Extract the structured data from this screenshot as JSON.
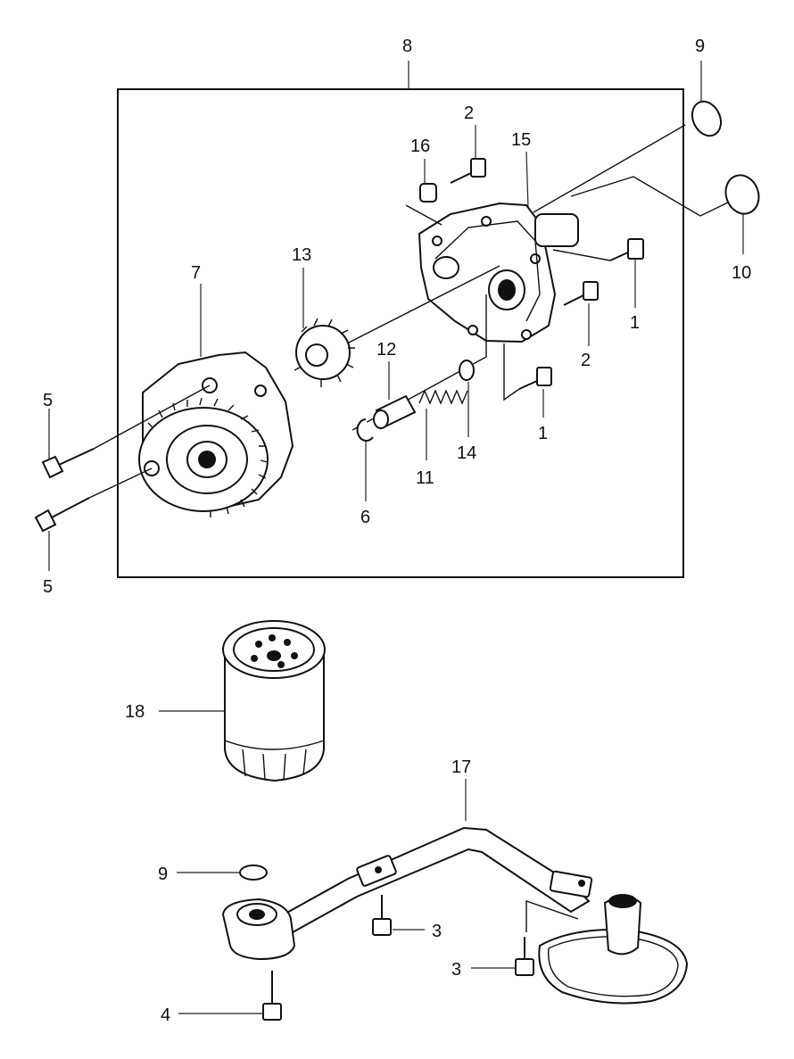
{
  "labels": {
    "l8": "8",
    "l9a": "9",
    "l10": "10",
    "l2a": "2",
    "l16": "16",
    "l15": "15",
    "l13": "13",
    "l7": "7",
    "l1a": "1",
    "l2b": "2",
    "l12": "12",
    "l14": "14",
    "l11": "11",
    "l1b": "1",
    "l6": "6",
    "l5a": "5",
    "l5b": "5",
    "l18": "18",
    "l17": "17",
    "l9b": "9",
    "l3a": "3",
    "l3b": "3",
    "l4": "4"
  }
}
